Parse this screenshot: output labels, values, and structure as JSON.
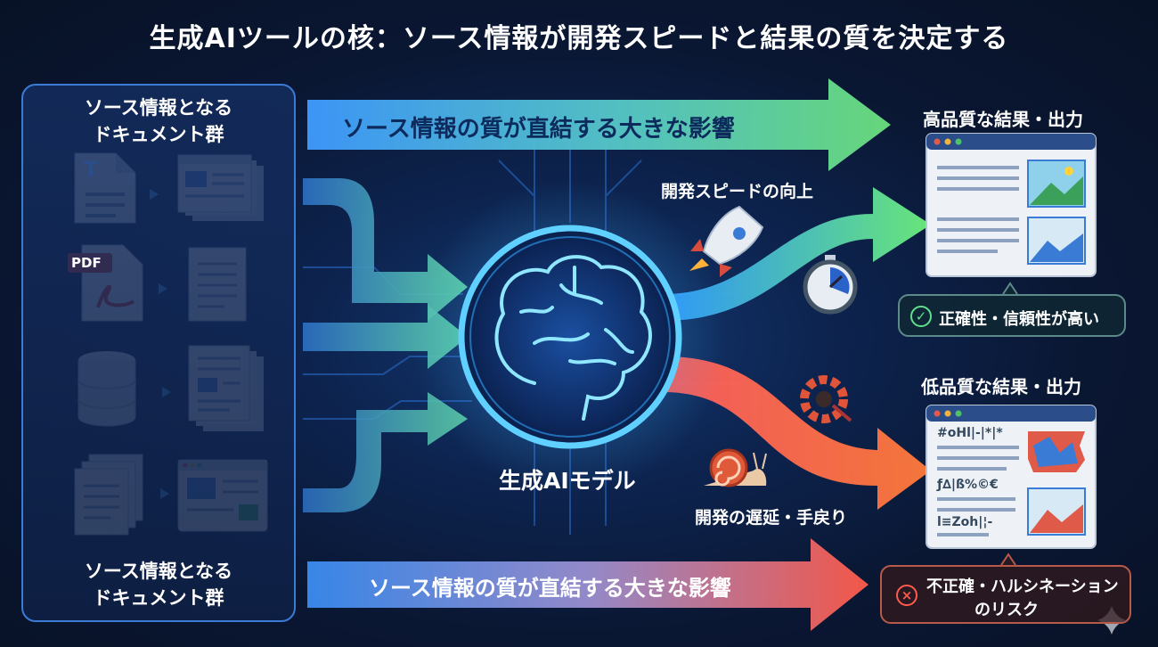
{
  "title": "生成AIツールの核：ソース情報が開発スピードと結果の質を決定する",
  "left_panel": {
    "top_caption_line1": "ソース情報となる",
    "top_caption_line2": "ドキュメント群",
    "bottom_caption_line1": "ソース情報となる",
    "bottom_caption_line2": "ドキュメント群",
    "pdf_badge": "PDF",
    "text_doc_glyph": "T"
  },
  "top_banner": "ソース情報の質が直結する大きな影響",
  "bottom_banner": "ソース情報の質が直結する大きな影響",
  "center_label": "生成AIモデル",
  "speed_up_label": "開発スピードの向上",
  "delay_label": "開発の遅延・手戻り",
  "high_quality": {
    "heading": "高品質な結果・出力",
    "status": "正確性・信頼性が高い"
  },
  "low_quality": {
    "heading": "低品質な結果・出力",
    "garbled_line1": "#oHl|-|*|*",
    "garbled_line2": "ƒ∆|ß%©€",
    "garbled_line3": "l≡Zoh|¦-",
    "status_line1": "不正確・ハルシネーション",
    "status_line2": "のリスク"
  },
  "colors": {
    "accent_green": "#5fe08a",
    "accent_blue": "#39a0ff",
    "accent_red": "#ff5a4a",
    "navy": "#0a1733"
  }
}
